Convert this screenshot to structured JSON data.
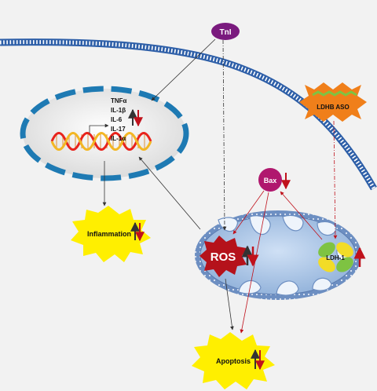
{
  "labels": {
    "tni": "TnI",
    "cytokines": [
      "TNFα",
      "IL-1β",
      "IL-6",
      "IL-17",
      "IL-1α"
    ],
    "inflammation": "Inflammation",
    "ros": "ROS",
    "bax": "Bax",
    "ldh1": "LDH-1",
    "ldhb_aso": "LDHB ASO",
    "apoptosis": "Apoptosis"
  },
  "colors": {
    "background": "#f2f2f2",
    "membrane": "#2e5fa8",
    "nucleus_border": "#1e7ab3",
    "tni_fill": "#7a1a7e",
    "bax_fill": "#b0186e",
    "burst_fill": "#ffef00",
    "ros_fill": "#b5121b",
    "aso_fill": "#f07f1a",
    "mito_fill": "#a9c4e6",
    "ldh_green": "#7ec342",
    "ldh_yellow": "#f2dc27",
    "up_arrow": "#333333",
    "down_arrow": "#c0111b"
  },
  "regulation": {
    "cytokines": [
      "up",
      "down"
    ],
    "inflammation": [
      "up",
      "down"
    ],
    "ros": [
      "up",
      "down"
    ],
    "apoptosis": [
      "up",
      "down"
    ],
    "bax": [
      "down"
    ],
    "ldh1": [
      "up"
    ]
  },
  "icons": [
    "dna-helix-icon",
    "antisense-oligo-icon",
    "mitochondrion-icon",
    "cell-membrane"
  ]
}
